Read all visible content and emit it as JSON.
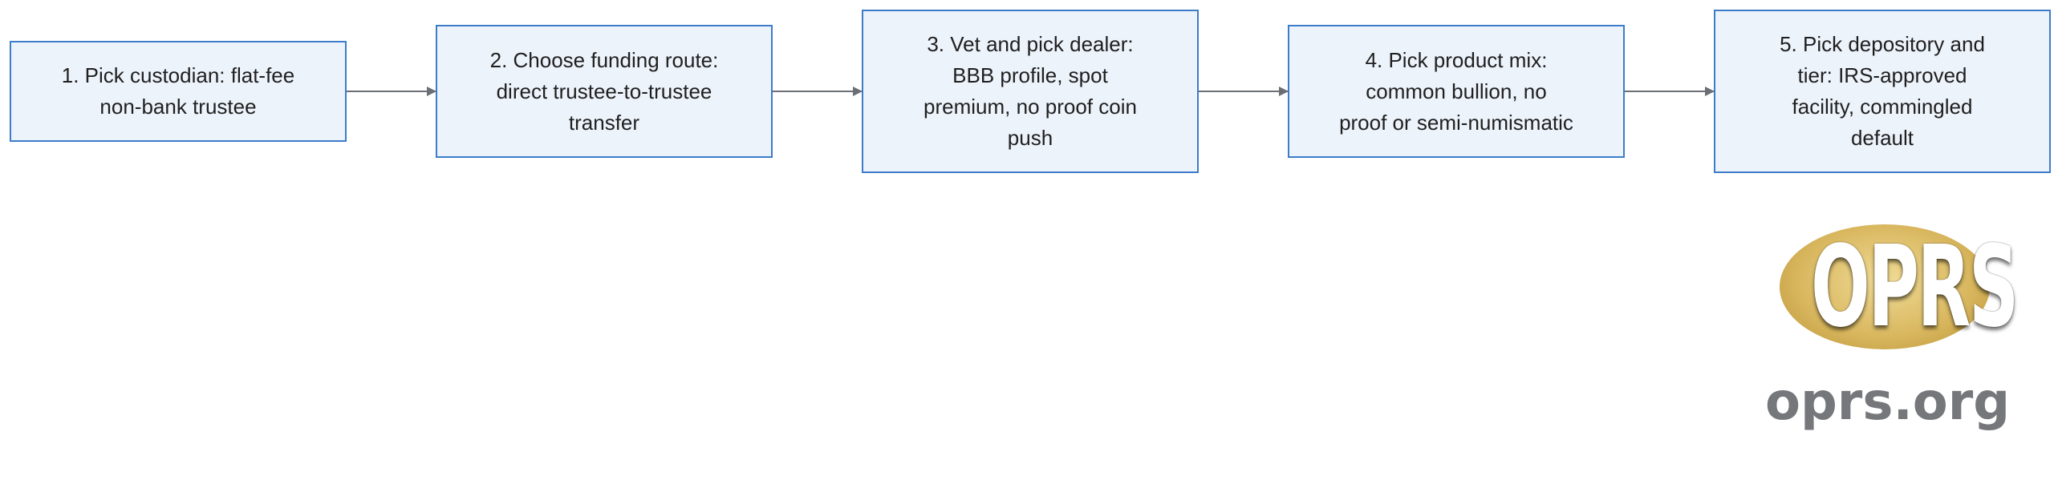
{
  "steps": [
    {
      "lines": [
        "1. Pick custodian: flat-fee",
        "non-bank trustee"
      ]
    },
    {
      "lines": [
        "2. Choose funding route:",
        "direct trustee-to-trustee",
        "transfer"
      ]
    },
    {
      "lines": [
        "3. Vet and pick dealer:",
        "BBB profile, spot",
        "premium, no proof coin",
        "push"
      ]
    },
    {
      "lines": [
        "4. Pick product mix:",
        "common bullion, no",
        "proof or semi-numismatic"
      ]
    },
    {
      "lines": [
        "5. Pick depository and",
        "tier: IRS-approved",
        "facility, commingled",
        "default"
      ]
    }
  ],
  "logo": {
    "mark": "OPRS",
    "site": "oprs.org"
  },
  "colors": {
    "box_fill": "#edf3fb",
    "box_border": "#3d7cc9",
    "arrow": "#6b6f75",
    "logo_gold": "#d7b55c",
    "site_text": "#75777b"
  }
}
